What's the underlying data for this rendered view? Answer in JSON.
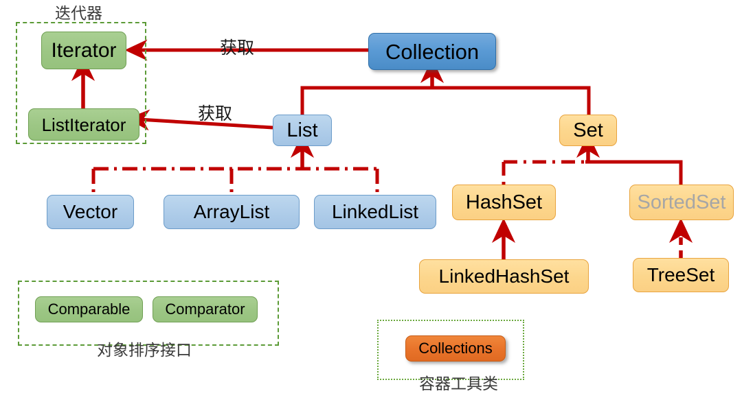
{
  "diagram": {
    "title_hidden": "",
    "colors": {
      "green_fill": "#9cc684",
      "green_border": "#6f9f53",
      "blue_dark_fill": "#5b9bd5",
      "blue_light_fill": "#aecce9",
      "amber_fill": "#fcd68c",
      "amber_border": "#e8a33d",
      "orange_fill": "#e8732a",
      "wire_red": "#c00000",
      "frame_green": "#5b9a36",
      "faded_text": "#a6a6a6"
    },
    "nodes": {
      "iterator": "Iterator",
      "list_iterator": "ListIterator",
      "collection": "Collection",
      "list": "List",
      "set": "Set",
      "vector": "Vector",
      "array_list": "ArrayList",
      "linked_list": "LinkedList",
      "hash_set": "HashSet",
      "sorted_set": "SortedSet",
      "linked_hash_set": "LinkedHashSet",
      "tree_set": "TreeSet",
      "comparable": "Comparable",
      "comparator": "Comparator",
      "collections": "Collections"
    },
    "frames": {
      "iterator_group_label": "迭代器",
      "sorting_group_label": "对象排序接口",
      "utility_group_label": "容器工具类"
    },
    "edge_labels": {
      "collection_to_iterator": "获取",
      "list_to_list_iterator": "获取"
    }
  }
}
